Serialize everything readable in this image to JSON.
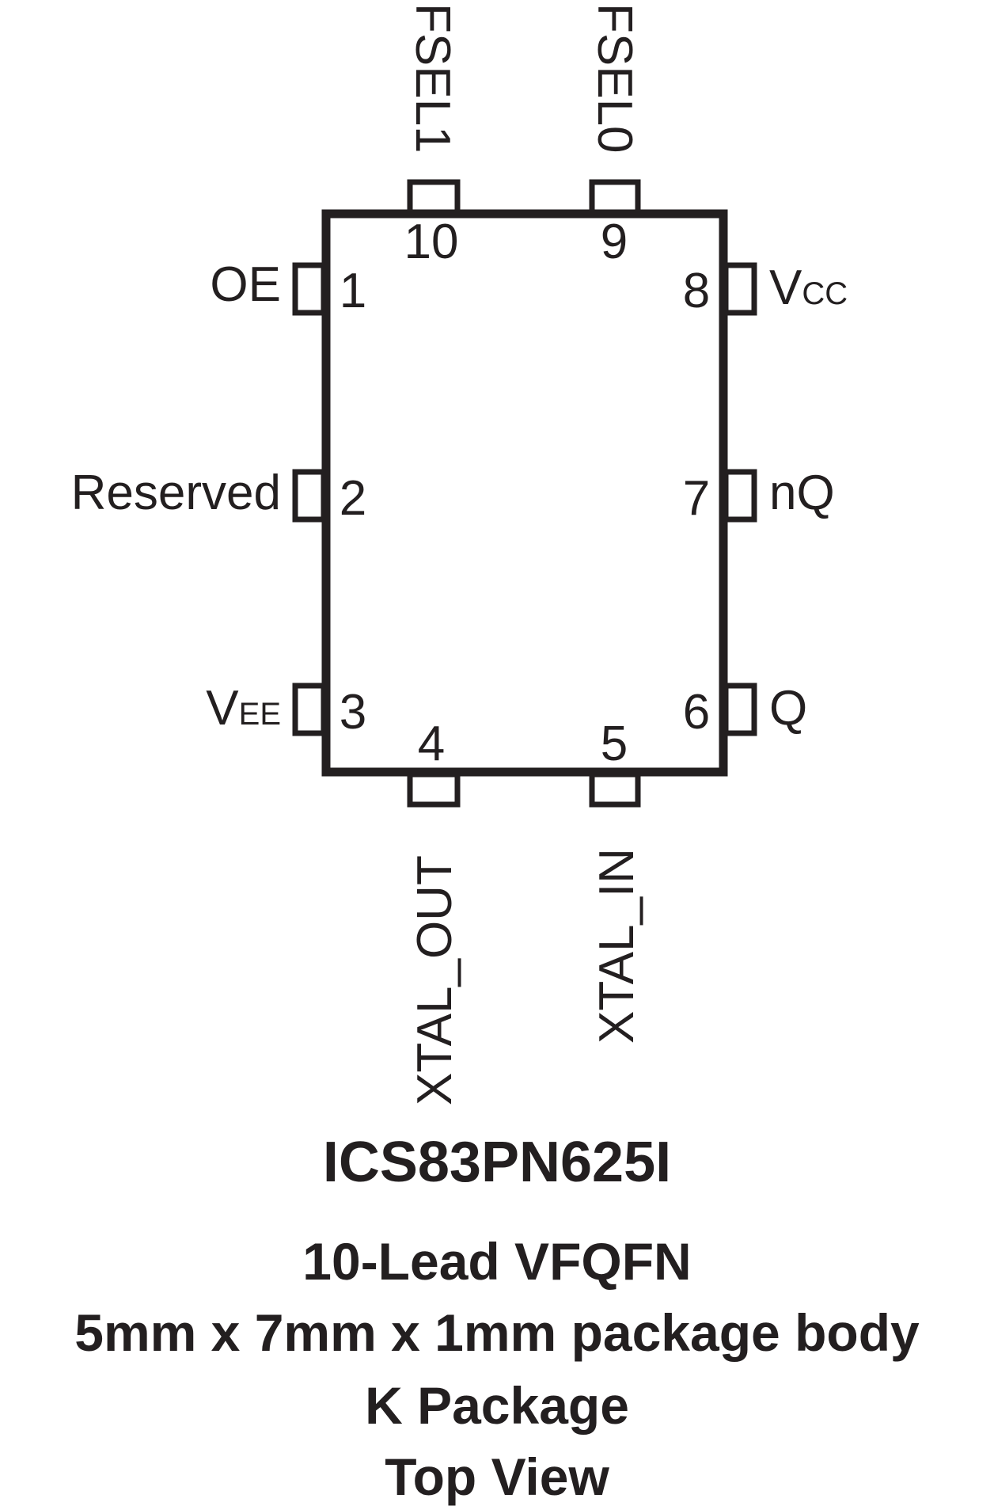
{
  "chip": {
    "part_number": "ICS83PN625I",
    "package_lines": [
      "10-Lead VFQFN",
      "5mm x 7mm x 1mm package body",
      "K Package",
      "Top View"
    ]
  },
  "pins": {
    "p1": {
      "number": "1",
      "name": "OE"
    },
    "p2": {
      "number": "2",
      "name": "Reserved"
    },
    "p3": {
      "number": "3",
      "name": "V",
      "sub": "EE"
    },
    "p4": {
      "number": "4",
      "name": "XTAL_OUT"
    },
    "p5": {
      "number": "5",
      "name": "XTAL_IN"
    },
    "p6": {
      "number": "6",
      "name": "Q"
    },
    "p7": {
      "number": "7",
      "name": "nQ"
    },
    "p8": {
      "number": "8",
      "name": "V",
      "sub": "CC"
    },
    "p9": {
      "number": "9",
      "name": "FSEL0"
    },
    "p10": {
      "number": "10",
      "name": "FSEL1"
    }
  },
  "colors": {
    "ink": "#231f20",
    "background": "#ffffff"
  }
}
